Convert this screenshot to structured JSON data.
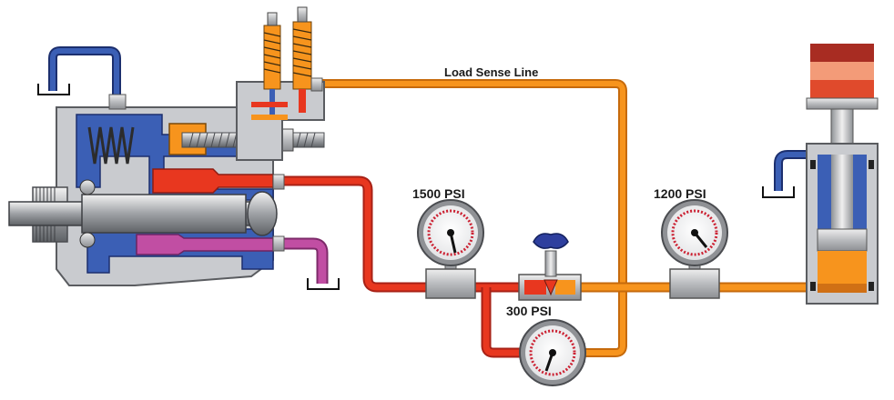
{
  "labels": {
    "load_sense_line": "Load Sense Line",
    "gauge_supply": "1500 PSI",
    "gauge_load": "1200 PSI",
    "gauge_bypass": "300 PSI"
  },
  "colors": {
    "pressure_line": "#e8371f",
    "load_line": "#f7941d",
    "drain_line": "#c14ea3",
    "tank_line": "#2e4fa0",
    "pump_body": "#c9cbcf",
    "pump_outline": "#5a5c60",
    "cylinder_top": "#a82c22",
    "cylinder_mid": "#f39b78"
  },
  "icons": {
    "tank": "tank-symbol-icon",
    "gauge": "pressure-gauge-icon",
    "valve": "needle-valve-icon"
  }
}
